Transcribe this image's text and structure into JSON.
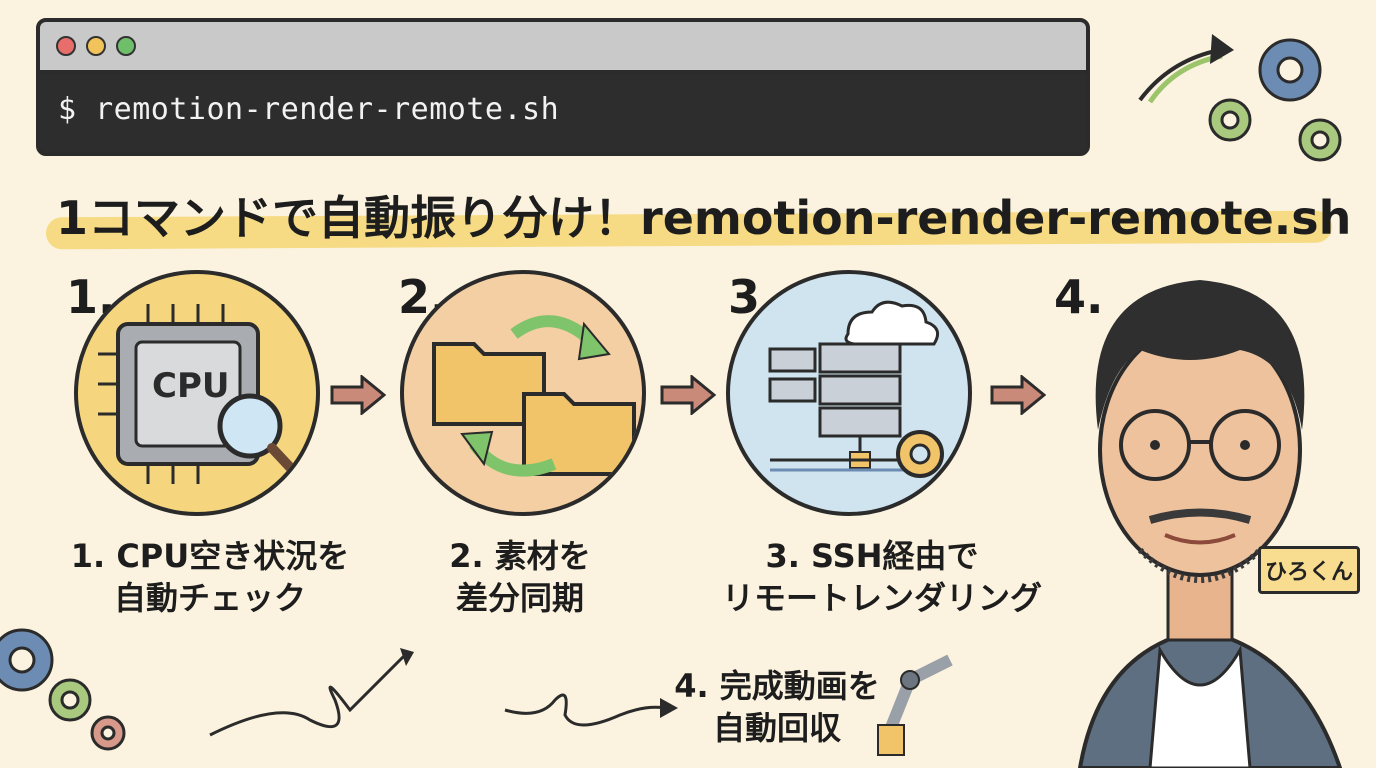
{
  "terminal": {
    "command": "$ remotion-render-remote.sh",
    "dots": [
      "#e76e6a",
      "#f1c35a",
      "#6fbf6a"
    ]
  },
  "headline": "1コマンドで自動振り分け！remotion-render-remote.sh",
  "steps": [
    {
      "number": "1.",
      "caption_line1": "1. CPU空き状況を",
      "caption_line2": "自動チェック",
      "chip_label": "CPU",
      "circle_color": "#f5d67e"
    },
    {
      "number": "2.",
      "caption_line1": "2. 素材を",
      "caption_line2": "差分同期",
      "circle_color": "#f4cfa3"
    },
    {
      "number": "3.",
      "caption_line1": "3. SSH経由で",
      "caption_line2": "リモートレンダリング",
      "circle_color": "#cfe4ef"
    },
    {
      "number": "4.",
      "caption_line1": "4. 完成動画を",
      "caption_line2": "自動回収"
    }
  ],
  "person_badge": "ひろくん",
  "colors": {
    "background": "#fbf3df",
    "highlight": "#f6db84",
    "arrow": "#c98a7a",
    "outline": "#2b2b2b"
  }
}
